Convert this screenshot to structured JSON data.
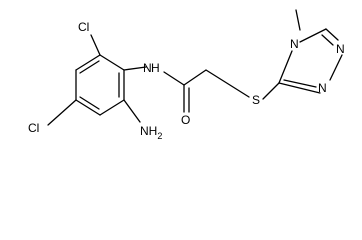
{
  "diagram": {
    "type": "chemical-structure",
    "atom_labels": {
      "cl_top": "Cl",
      "cl_left": "Cl",
      "nh_amide": "N",
      "nh_amide_h": "H",
      "nh2": "NH",
      "nh2_sub": "2",
      "o_carbonyl": "O",
      "s_thioether": "S",
      "n_ring_methyl": "N",
      "n_ring_right": "N",
      "n_ring_bottom": "N"
    },
    "colors": {
      "stroke": "#000000",
      "text": "#000000",
      "background": "#ffffff"
    }
  }
}
